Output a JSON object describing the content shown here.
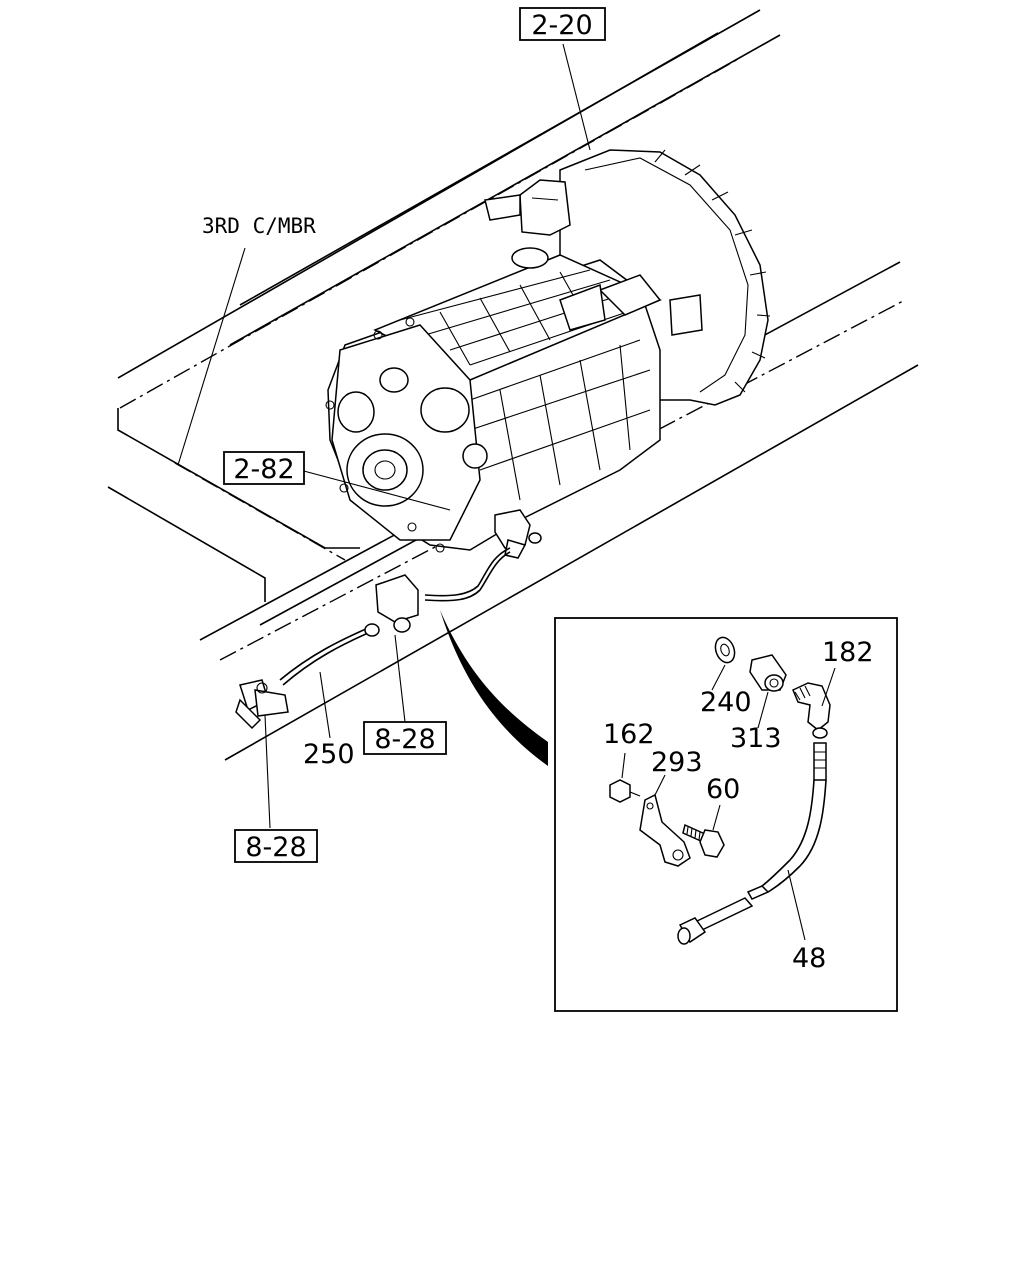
{
  "diagram": {
    "labels": {
      "ref_2_20": "2-20",
      "ref_2_82": "2-82",
      "ref_8_28_a": "8-28",
      "ref_8_28_b": "8-28",
      "crossmember": "3RD C/MBR",
      "p250": "250",
      "p240": "240",
      "p313": "313",
      "p182": "182",
      "p162": "162",
      "p293": "293",
      "p60": "60",
      "p48": "48"
    }
  }
}
